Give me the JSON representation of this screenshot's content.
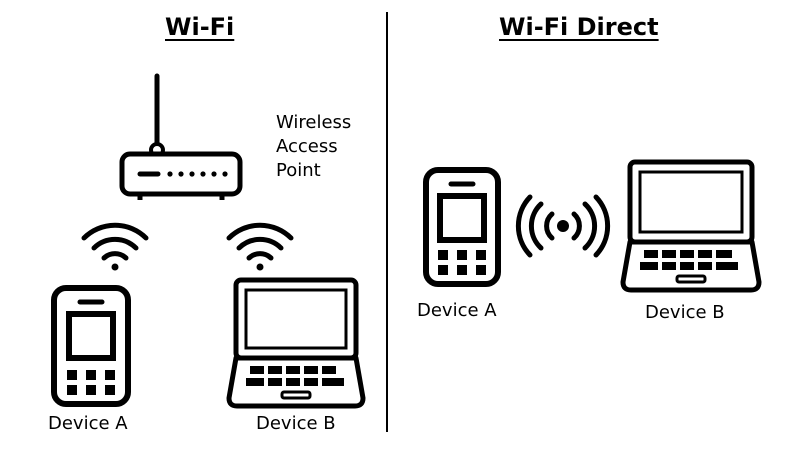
{
  "left_panel": {
    "title": "Wi-Fi",
    "access_point_label": [
      "Wireless",
      "Access",
      "Point"
    ],
    "device_a_label": "Device A",
    "device_b_label": "Device B"
  },
  "right_panel": {
    "title": "Wi-Fi Direct",
    "device_a_label": "Device A",
    "device_b_label": "Device B"
  },
  "icons": [
    "router-icon",
    "wifi-signal-icon",
    "phone-icon",
    "laptop-icon",
    "broadcast-signal-icon"
  ]
}
